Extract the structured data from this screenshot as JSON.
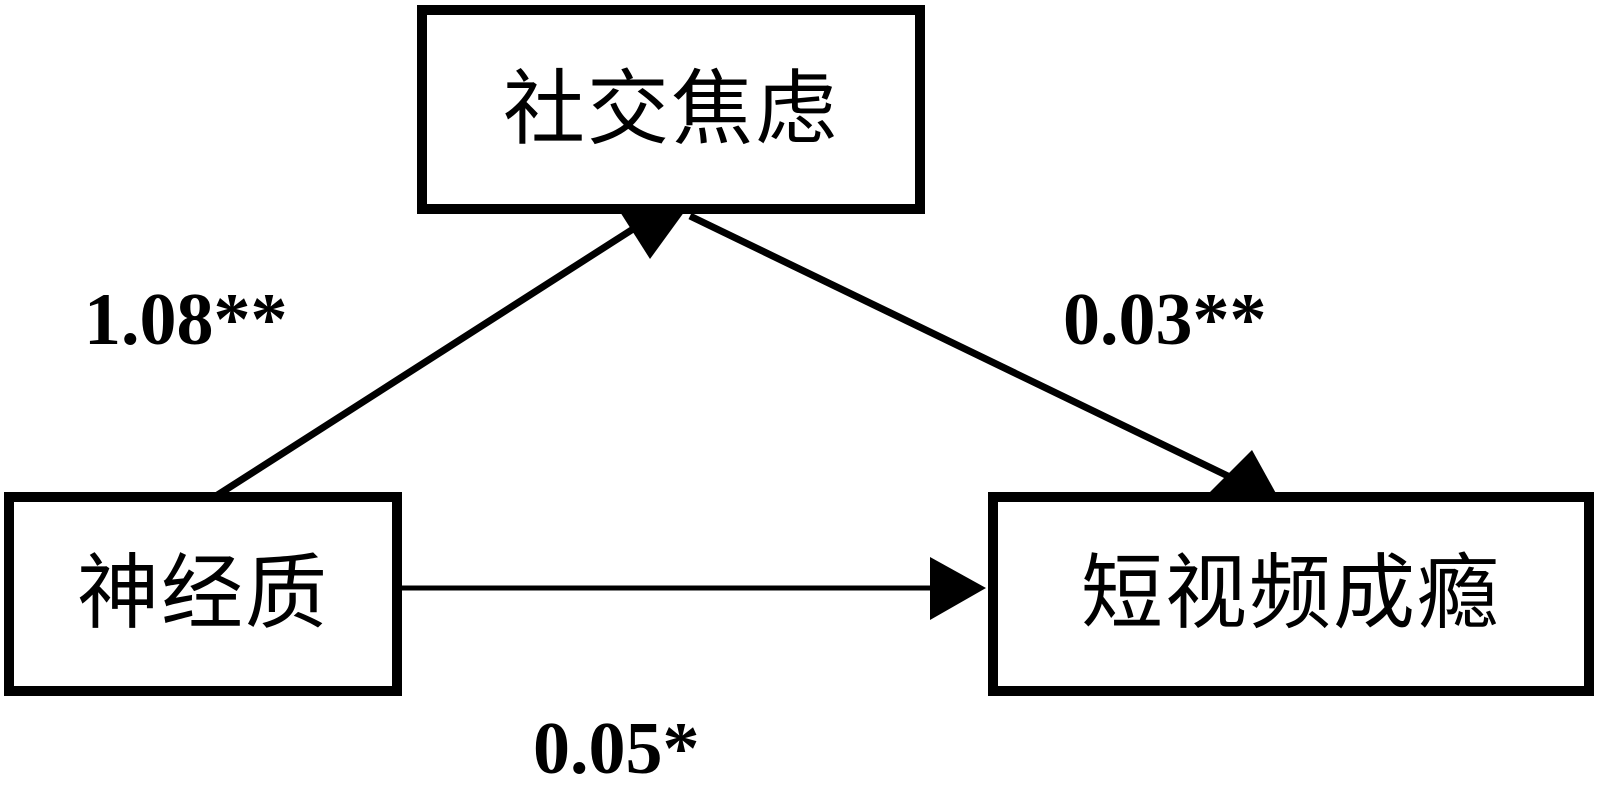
{
  "diagram": {
    "type": "mediation-model",
    "title": "",
    "nodes": [
      {
        "id": "social-anxiety",
        "label": "社交焦虑",
        "role": "mediator",
        "position": "top-center"
      },
      {
        "id": "neuroticism",
        "label": "神经质",
        "role": "predictor",
        "position": "bottom-left"
      },
      {
        "id": "short-video-addiction",
        "label": "短视频成瘾",
        "role": "outcome",
        "position": "bottom-right"
      }
    ],
    "edges": [
      {
        "id": "a-path",
        "from": "neuroticism",
        "to": "social-anxiety",
        "coefficient": "1.08**",
        "significance": "**",
        "value": 1.08,
        "style": "diagonal-up-right"
      },
      {
        "id": "b-path",
        "from": "social-anxiety",
        "to": "short-video-addiction",
        "coefficient": "0.03**",
        "significance": "**",
        "value": 0.03,
        "style": "diagonal-down-right"
      },
      {
        "id": "c-path",
        "from": "neuroticism",
        "to": "short-video-addiction",
        "coefficient": "0.05*",
        "significance": "*",
        "value": 0.05,
        "style": "horizontal"
      }
    ],
    "colors": {
      "stroke": "#000000",
      "fill": "#ffffff",
      "text": "#000000"
    }
  }
}
